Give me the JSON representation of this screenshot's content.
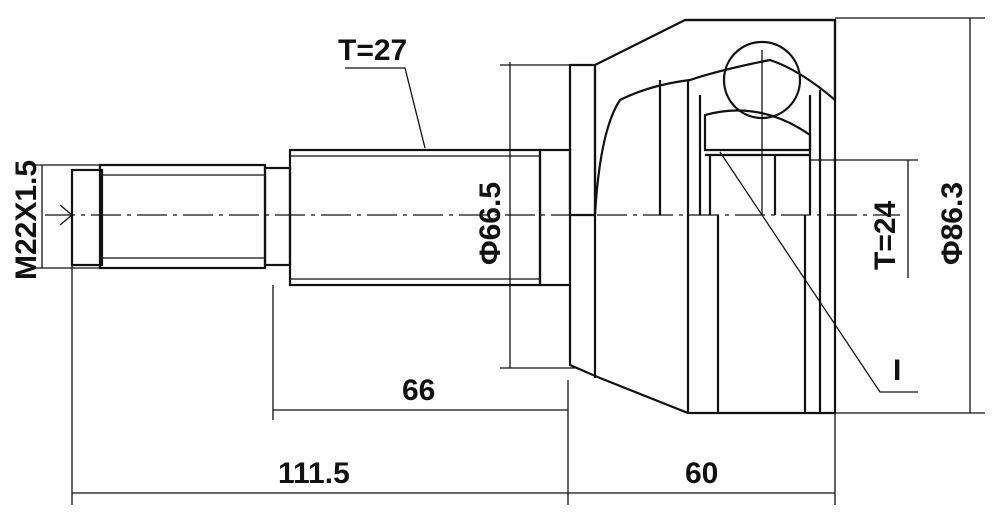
{
  "drawing": {
    "labels": {
      "spline_shaft": "T=27",
      "thread": "M22X1.5",
      "seal_diameter": "Φ66.5",
      "outer_diameter": "Φ86.3",
      "spline_inner": "T=24",
      "part_marker": "I",
      "shaft_to_housing": "66",
      "overall_shaft": "111.5",
      "housing_length": "60"
    }
  }
}
